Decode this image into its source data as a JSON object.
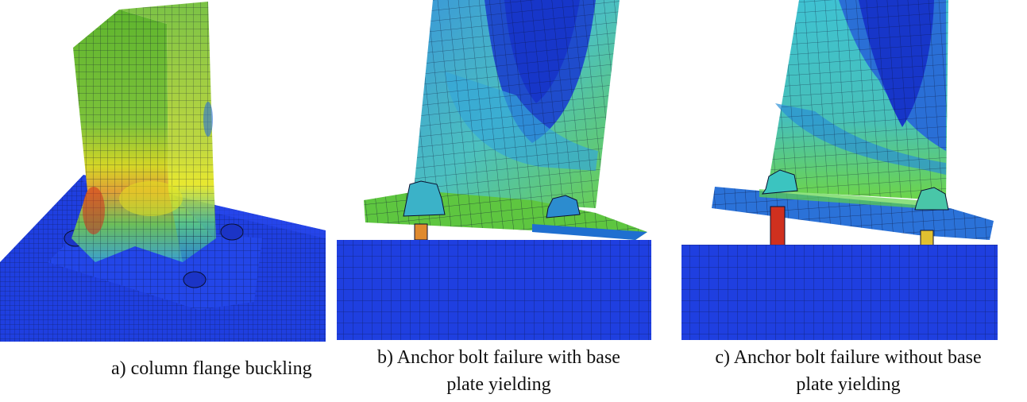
{
  "figure": {
    "panels": [
      {
        "id": "a",
        "caption_lines": [
          "a)    column flange buckling"
        ]
      },
      {
        "id": "b",
        "caption_lines": [
          "b)   Anchor bolt failure with base",
          "plate yielding"
        ]
      },
      {
        "id": "c",
        "caption_lines": [
          "c) Anchor bolt failure without base",
          "plate yielding"
        ]
      }
    ]
  },
  "colors": {
    "block": "#1f3fe0",
    "deep_blue": "#1736c9",
    "mid_blue": "#2a6fd6",
    "cyan": "#3fc2d2",
    "green": "#5ed34a",
    "yellow": "#e6e61e",
    "red": "#d0301e",
    "mesh_line": "#0a1030"
  }
}
